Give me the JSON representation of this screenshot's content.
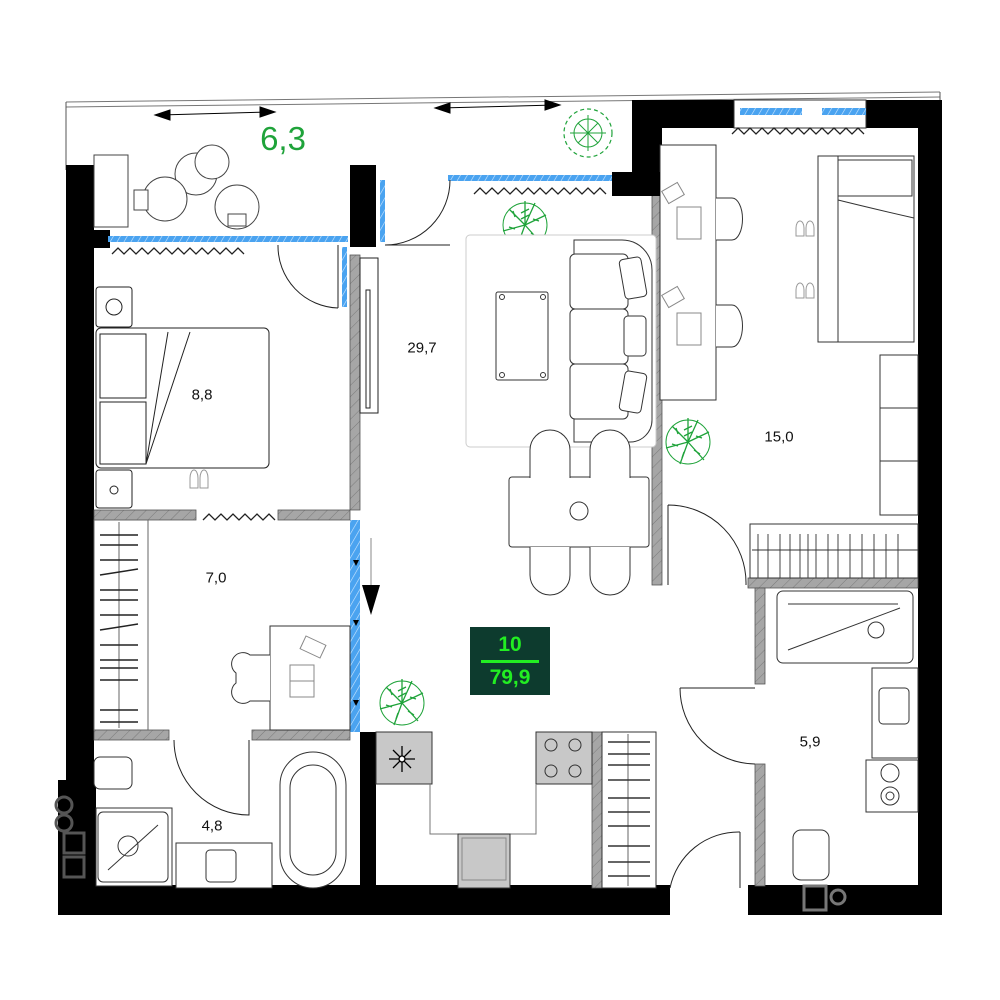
{
  "plan": {
    "type": "apartment-floor-plan",
    "apartment_badge": {
      "apartment_number": "10",
      "total_area": "79,9",
      "bg_color": "#0d3b2e",
      "text_color": "#22ee22"
    },
    "rooms": [
      {
        "id": "balcony",
        "area": "6,3",
        "color": "#1fa33a"
      },
      {
        "id": "bedroom",
        "area": "8,8"
      },
      {
        "id": "living-kitchen",
        "area": "29,7"
      },
      {
        "id": "master-bedroom",
        "area": "15,0"
      },
      {
        "id": "study-wardrobe",
        "area": "7,0"
      },
      {
        "id": "bathroom-1",
        "area": "4,8"
      },
      {
        "id": "bathroom-2",
        "area": "5,9"
      }
    ],
    "colors": {
      "wall": "#000000",
      "partition": "#a6a6a6",
      "window_glass": "#4aa3f0",
      "plant": "#1fa33a",
      "appliance_fill": "#c8c8c8"
    }
  }
}
